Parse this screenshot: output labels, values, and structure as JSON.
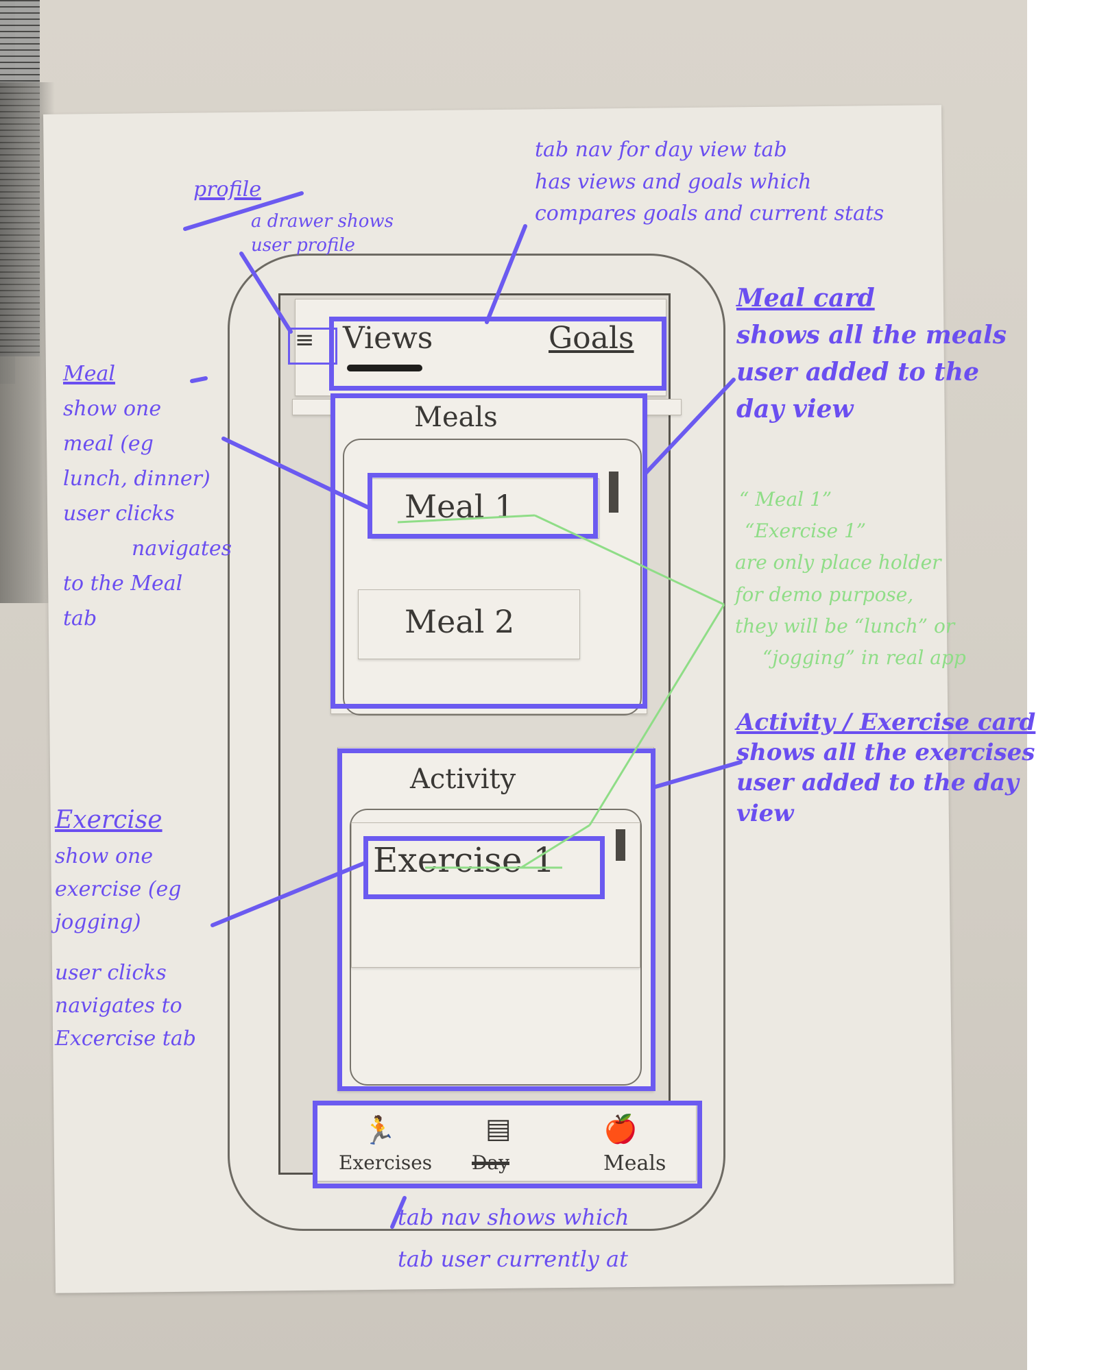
{
  "app": {
    "header_tabs": [
      "Views",
      "Goals"
    ],
    "meals_card": {
      "title": "Meals",
      "items": [
        "Meal 1",
        "Meal 2"
      ]
    },
    "activity_card": {
      "title": "Activity",
      "items": [
        "Exercise 1"
      ]
    },
    "bottom_nav": [
      {
        "label": "Exercises",
        "icon": "runner-icon"
      },
      {
        "label": "Day",
        "icon": "list-icon"
      },
      {
        "label": "Meals",
        "icon": "food-icon"
      }
    ]
  },
  "annotations": {
    "tab_nav_top": [
      "tab nav for day view tab",
      "has views and goals which",
      "compares goals and current stats"
    ],
    "profile": {
      "title": "profile",
      "lines": [
        "a drawer shows",
        "user profile"
      ]
    },
    "meal_card": {
      "title": "Meal card",
      "lines": [
        "shows all the meals",
        "user added to the",
        "day view"
      ]
    },
    "meal": {
      "title": "Meal",
      "lines": [
        "show one",
        "meal (eg",
        "lunch, dinner)",
        "user clicks",
        "navigates",
        "to the Meal",
        "tab"
      ]
    },
    "placeholder": [
      "“ Meal 1”",
      "“Exercise 1”",
      "are only place holder",
      "for demo purpose,",
      "they will be “lunch” or",
      "“jogging” in real app"
    ],
    "activity_card": {
      "title": "Activity / Exercise card",
      "lines": [
        "shows all the exercises",
        "user added to the day",
        "view"
      ]
    },
    "exercise": {
      "title": "Exercise",
      "lines": [
        "show one",
        "exercise (eg",
        "jogging)",
        "user clicks",
        "navigates to",
        "Excercise tab"
      ]
    },
    "tab_nav_bottom": [
      "tab nav shows which",
      "tab user currently at"
    ]
  },
  "colors": {
    "annotation_purple": "#6a4ef0",
    "annotation_green": "#8fdd87",
    "paper": "#ece9e2"
  }
}
